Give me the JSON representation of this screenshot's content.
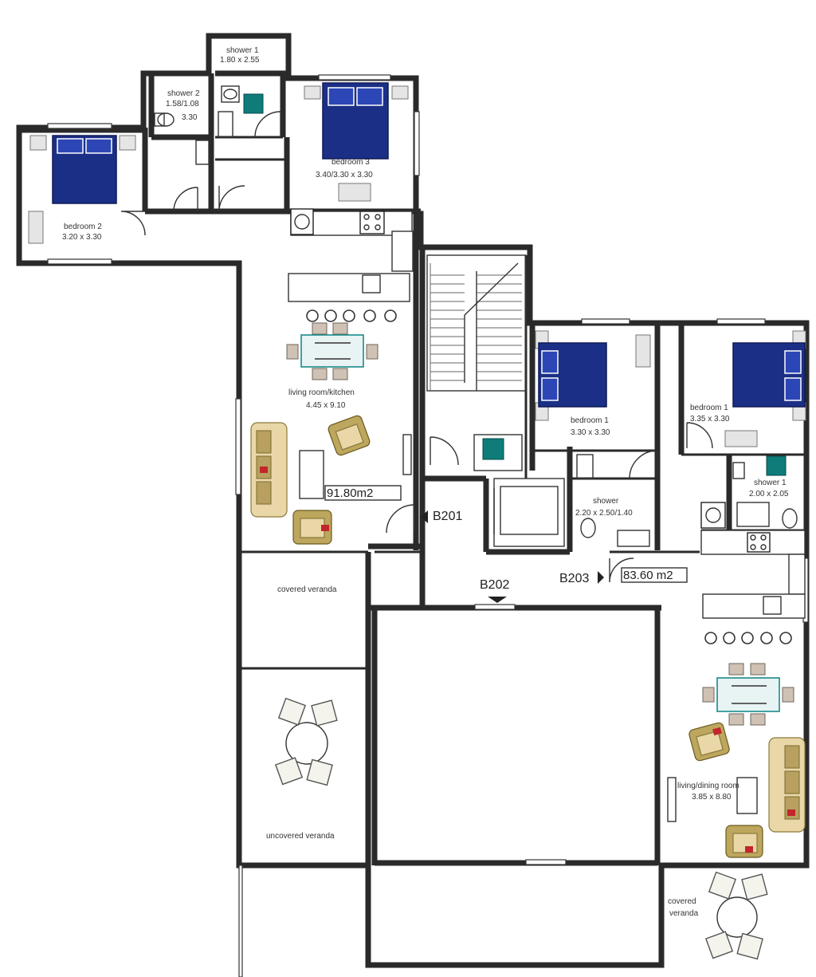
{
  "rooms": {
    "shower1_top": {
      "name": "shower 1",
      "dims": "1.80 x 2.55"
    },
    "shower2": {
      "name": "shower 2",
      "dims": "1.58/1.08",
      "dims2": "3.30"
    },
    "bedroom2_left": {
      "name": "bedroom 2",
      "dims": "3.20 x 3.30"
    },
    "bedroom3_top": {
      "name": "bedroom 3",
      "dims": "3.40/3.30 x 3.30"
    },
    "living_kitchen": {
      "name": "living room/kitchen",
      "dims": "4.45 x 9.10"
    },
    "bedroom1_mid": {
      "name": "bedroom 1",
      "dims": "3.30 x 3.30"
    },
    "bedroom1_right": {
      "name": "bedroom 1",
      "dims": "3.35 x 3.30"
    },
    "shower_mid": {
      "name": "shower",
      "dims": "2.20 x 2.50/1.40"
    },
    "shower1_right": {
      "name": "shower 1",
      "dims": "2.00 x 2.05"
    },
    "living_dining": {
      "name": "living/dining room",
      "dims": "3.85 x 8.80"
    },
    "covered_veranda_left": {
      "name": "covered veranda"
    },
    "uncovered_veranda": {
      "name": "uncovered veranda"
    },
    "covered_veranda_right": {
      "name": "covered",
      "name2": "veranda"
    }
  },
  "areas": {
    "apt1": "91.80m2",
    "apt3": "83.60 m2"
  },
  "units": {
    "b201": "B201",
    "b202": "B202",
    "b203": "B203"
  },
  "colors": {
    "bed": "#1b2f86",
    "teal": "#0f7c7a",
    "sofa": "#e9d7a8",
    "wall": "#2a2a2a"
  }
}
